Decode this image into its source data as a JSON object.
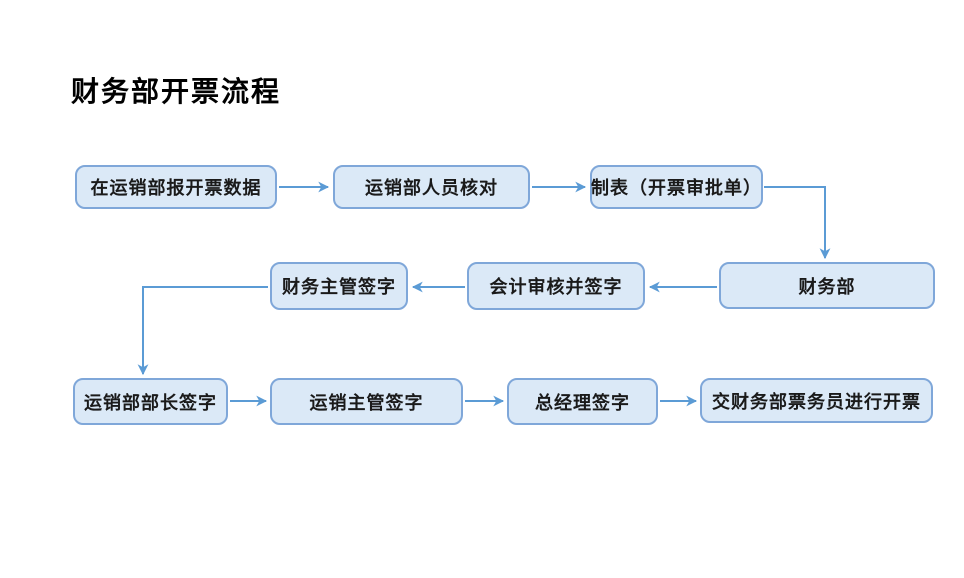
{
  "title": "财务部开票流程",
  "colors": {
    "node_fill": "#dbe9f7",
    "node_border": "#7fa7d9",
    "connector": "#5b9bd5",
    "title_color": "#000000",
    "background": "#ffffff"
  },
  "diagram": {
    "nodes": [
      {
        "id": "n1",
        "label": "在运销部报开票数据"
      },
      {
        "id": "n2",
        "label": "运销部人员核对"
      },
      {
        "id": "n3",
        "label": "制表（开票审批单）"
      },
      {
        "id": "n4",
        "label": "财务部"
      },
      {
        "id": "n5",
        "label": "会计审核并签字"
      },
      {
        "id": "n6",
        "label": "财务主管签字"
      },
      {
        "id": "n7",
        "label": "运销部部长签字"
      },
      {
        "id": "n8",
        "label": "运销主管签字"
      },
      {
        "id": "n9",
        "label": "总经理签字"
      },
      {
        "id": "n10",
        "label": "交财务部票务员进行开票"
      }
    ],
    "edges": [
      {
        "from": "n1",
        "to": "n2"
      },
      {
        "from": "n2",
        "to": "n3"
      },
      {
        "from": "n3",
        "to": "n4"
      },
      {
        "from": "n4",
        "to": "n5"
      },
      {
        "from": "n5",
        "to": "n6"
      },
      {
        "from": "n6",
        "to": "n7"
      },
      {
        "from": "n7",
        "to": "n8"
      },
      {
        "from": "n8",
        "to": "n9"
      },
      {
        "from": "n9",
        "to": "n10"
      }
    ]
  }
}
